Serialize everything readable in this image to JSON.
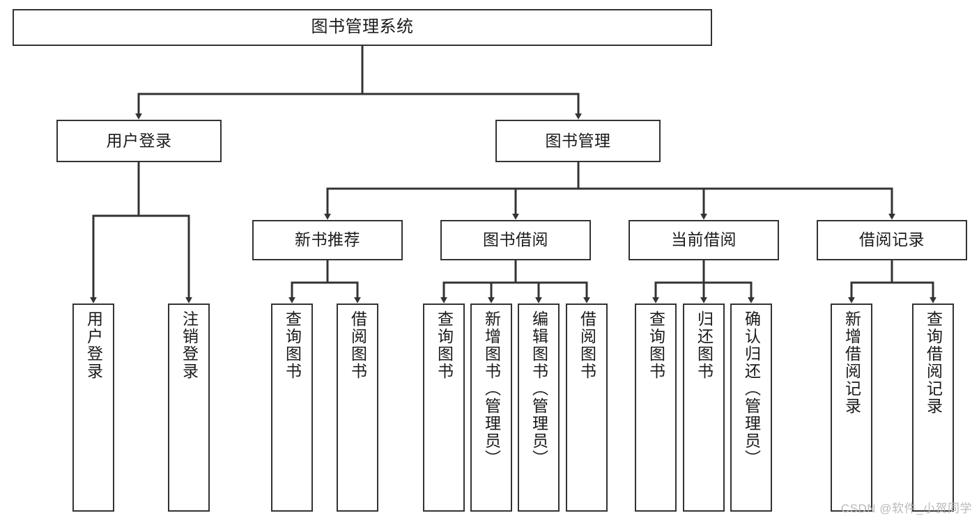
{
  "diagram": {
    "title": "图书管理系统",
    "type": "tree-hierarchy-diagram",
    "colors": {
      "box_border": "#333333",
      "box_fill": "#ffffff",
      "connector": "#333333",
      "text": "#1a1a1a",
      "watermark": "#b9b9b9",
      "background": "#ffffff"
    },
    "root": {
      "label": "图书管理系统"
    },
    "level2": [
      {
        "id": "user-login",
        "label": "用户登录"
      },
      {
        "id": "book-management",
        "label": "图书管理"
      }
    ],
    "level3": [
      {
        "id": "new-book-recommend",
        "label": "新书推荐"
      },
      {
        "id": "book-borrow",
        "label": "图书借阅"
      },
      {
        "id": "current-borrow",
        "label": "当前借阅"
      },
      {
        "id": "borrow-record",
        "label": "借阅记录"
      }
    ],
    "leaves": {
      "user_login": [
        {
          "id": "leaf-user-login",
          "label": "用户登录"
        },
        {
          "id": "leaf-user-logout",
          "label": "注销登录"
        }
      ],
      "new_book_recommend": [
        {
          "id": "leaf-query-book-1",
          "label": "查询图书"
        },
        {
          "id": "leaf-borrow-book-1",
          "label": "借阅图书"
        }
      ],
      "book_borrow": [
        {
          "id": "leaf-query-book-2",
          "label": "查询图书"
        },
        {
          "id": "leaf-add-book",
          "label": "新增图书（管理员）"
        },
        {
          "id": "leaf-edit-book",
          "label": "编辑图书（管理员）"
        },
        {
          "id": "leaf-borrow-book-2",
          "label": "借阅图书"
        }
      ],
      "current_borrow": [
        {
          "id": "leaf-query-book-3",
          "label": "查询图书"
        },
        {
          "id": "leaf-return-book",
          "label": "归还图书"
        },
        {
          "id": "leaf-confirm-return",
          "label": "确认归还（管理员）"
        }
      ],
      "borrow_record": [
        {
          "id": "leaf-add-record",
          "label": "新增借阅记录"
        },
        {
          "id": "leaf-query-record",
          "label": "查询借阅记录"
        }
      ]
    },
    "watermark": "CSDN @软件_小贺同学"
  }
}
